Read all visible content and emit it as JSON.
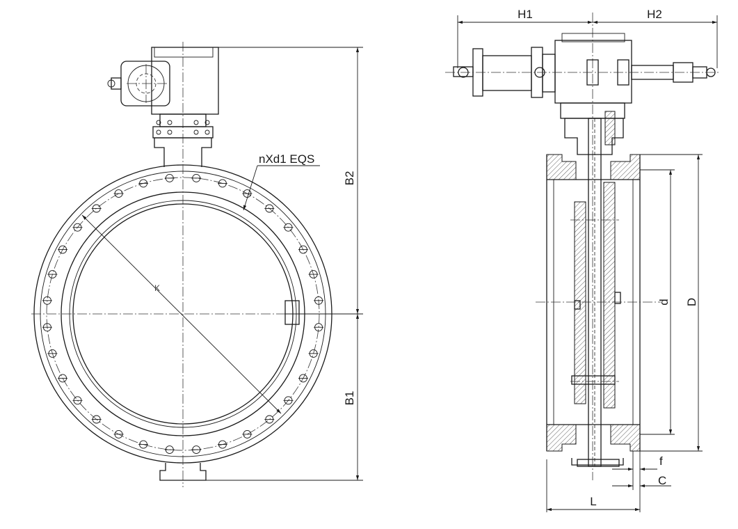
{
  "front_view": {
    "bolt_callout": "nXd1 EQS",
    "pcd_label": "K",
    "dims": {
      "top_height": "B2",
      "bottom_height": "B1"
    }
  },
  "side_view": {
    "dims": {
      "left_actuator": "H1",
      "right_actuator": "H2",
      "bore": "d",
      "flange_od": "D",
      "raised_face": "f",
      "flange_thickness": "C",
      "face_to_face": "L"
    }
  }
}
